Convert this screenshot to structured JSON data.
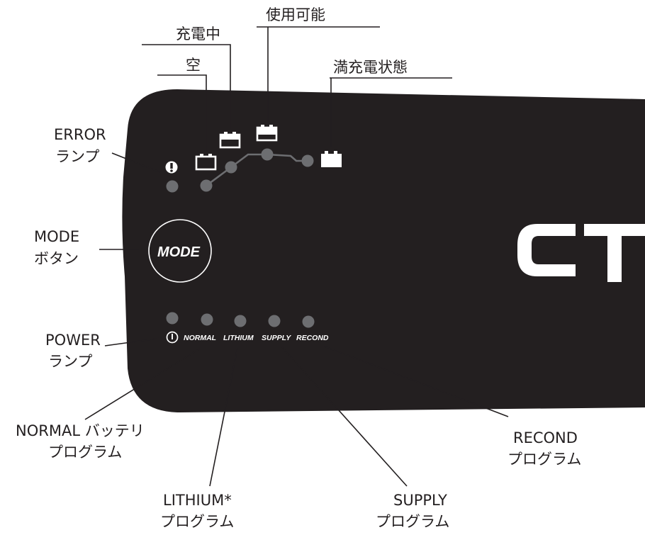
{
  "charge_states": {
    "empty": "空",
    "charging": "充電中",
    "ready": "使用可能",
    "full": "満充電状態"
  },
  "error_lamp": {
    "line1": "ERROR",
    "line2": "ランプ"
  },
  "mode_button": {
    "line1": "MODE",
    "line2": "ボタン",
    "button_text": "MODE"
  },
  "power_lamp": {
    "line1": "POWER",
    "line2": "ランプ"
  },
  "panel_programs": [
    "NORMAL",
    "LITHIUM",
    "SUPPLY",
    "RECOND"
  ],
  "logo_text": "CT",
  "program_callouts": {
    "normal": {
      "line1": "NORMAL バッテリ",
      "line2": "プログラム"
    },
    "lithium": {
      "line1": "LITHIUM*",
      "line2": "プログラム"
    },
    "supply": {
      "line1": "SUPPLY",
      "line2": "プログラム"
    },
    "recond": {
      "line1": "RECOND",
      "line2": "プログラム"
    }
  },
  "colors": {
    "panel": "#231f20",
    "led": "#6d6e71",
    "battery": "#ffffff"
  }
}
